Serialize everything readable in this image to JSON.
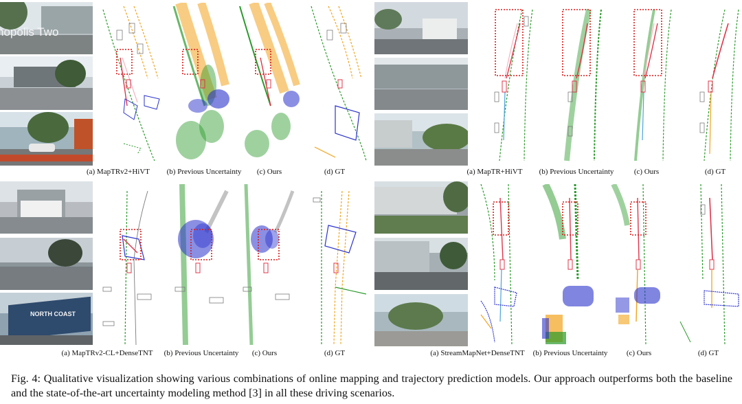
{
  "figure": {
    "caption_label": "Fig. 4:",
    "caption_text": "Qualitative visualization showing various combinations of online mapping and trajectory prediction models. Our approach outperforms both the baseline and the state-of-the-art uncertainty modeling method [3] in all these driving scenarios."
  },
  "colors": {
    "lane_divider": "#f2a31b",
    "road_boundary": "#2a9a2a",
    "ped_crossing": "#2b33cc",
    "trajectory_pred": "#e0344a",
    "trajectory_gt": "#4aa3dd",
    "highlight_box": "#d91a1a",
    "vehicle_box": "#7a7a7a"
  },
  "panels": [
    {
      "id": "top-left",
      "camera_text": "nopolis Two",
      "labels": [
        "(a) MapTRv2+HiVT",
        "(b) Previous Uncertainty",
        "(c) Ours",
        "(d) GT"
      ]
    },
    {
      "id": "top-right",
      "labels": [
        "(a) MapTR+HiVT",
        "(b) Previous Uncertainty",
        "(c) Ours",
        "(d) GT"
      ]
    },
    {
      "id": "bottom-left",
      "camera_text": "NORTH COAST",
      "labels": [
        "(a) MapTRv2-CL+DenseTNT",
        "(b) Previous Uncertainty",
        "(c) Ours",
        "(d) GT"
      ]
    },
    {
      "id": "bottom-right",
      "labels": [
        "(a) StreamMapNet+DenseTNT",
        "(b) Previous Uncertainty",
        "(c) Ours",
        "(d) GT"
      ]
    }
  ]
}
